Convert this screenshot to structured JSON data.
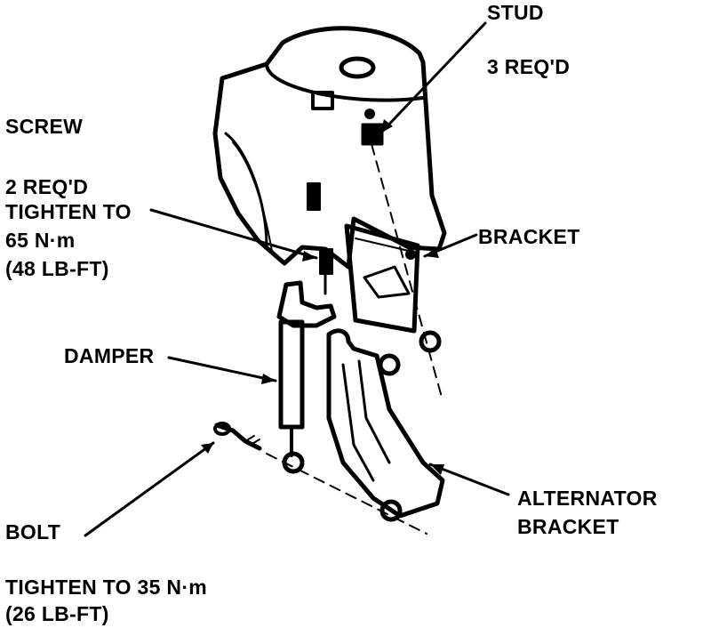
{
  "labels": {
    "stud": "STUD",
    "stud_qty": "3 REQ'D",
    "screw": "SCREW",
    "screw_qty": "2 REQ'D",
    "screw_torque_1": "TIGHTEN TO",
    "screw_torque_2": "65 N·m",
    "screw_torque_3": "(48 LB-FT)",
    "bracket": "BRACKET",
    "damper": "DAMPER",
    "alternator_1": "ALTERNATOR",
    "alternator_2": "BRACKET",
    "bolt": "BOLT",
    "bolt_torque_1": "TIGHTEN TO 35 N·m",
    "bolt_torque_2": "(26 LB-FT)"
  },
  "colors": {
    "ink": "#000000",
    "paper": "#ffffff"
  }
}
